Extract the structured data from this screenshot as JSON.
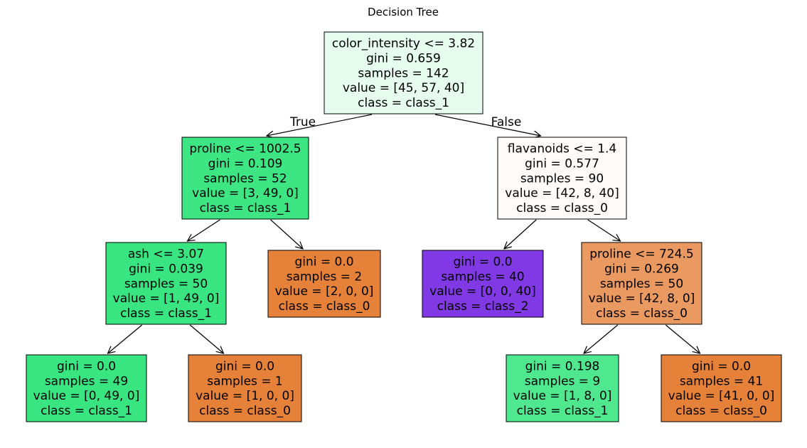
{
  "title": "Decision Tree",
  "edge_labels": {
    "true_label": "True",
    "false_label": "False"
  },
  "nodes": [
    {
      "id": "n0",
      "fill": "#e6fcef",
      "lines": [
        "color_intensity <= 3.82",
        "gini = 0.659",
        "samples = 142",
        "value = [45, 57, 40]",
        "class = class_1"
      ]
    },
    {
      "id": "n1",
      "fill": "#3de583",
      "lines": [
        "proline <= 1002.5",
        "gini = 0.109",
        "samples = 52",
        "value = [3, 49, 0]",
        "class = class_1"
      ]
    },
    {
      "id": "n2",
      "fill": "#39e581",
      "lines": [
        "ash <= 3.07",
        "gini = 0.039",
        "samples = 50",
        "value = [1, 49, 0]",
        "class = class_1"
      ]
    },
    {
      "id": "n3",
      "fill": "#39e581",
      "lines": [
        "gini = 0.0",
        "samples = 49",
        "value = [0, 49, 0]",
        "class = class_1"
      ]
    },
    {
      "id": "n4",
      "fill": "#e58139",
      "lines": [
        "gini = 0.0",
        "samples = 1",
        "value = [1, 0, 0]",
        "class = class_0"
      ]
    },
    {
      "id": "n5",
      "fill": "#e58139",
      "lines": [
        "gini = 0.0",
        "samples = 2",
        "value = [2, 0, 0]",
        "class = class_0"
      ]
    },
    {
      "id": "n6",
      "fill": "#fffbf9",
      "lines": [
        "flavanoids <= 1.4",
        "gini = 0.577",
        "samples = 90",
        "value = [42, 8, 40]",
        "class = class_0"
      ]
    },
    {
      "id": "n7",
      "fill": "#8139e5",
      "lines": [
        "gini = 0.0",
        "samples = 40",
        "value = [0, 0, 40]",
        "class = class_2"
      ]
    },
    {
      "id": "n8",
      "fill": "#ea9961",
      "lines": [
        "proline <= 724.5",
        "gini = 0.269",
        "samples = 50",
        "value = [42, 8, 0]",
        "class = class_0"
      ]
    },
    {
      "id": "n9",
      "fill": "#4fe88f",
      "lines": [
        "gini = 0.198",
        "samples = 9",
        "value = [1, 8, 0]",
        "class = class_1"
      ]
    },
    {
      "id": "n10",
      "fill": "#e58139",
      "lines": [
        "gini = 0.0",
        "samples = 41",
        "value = [41, 0, 0]",
        "class = class_0"
      ]
    }
  ],
  "edges": [
    {
      "from": "n0",
      "to": "n1"
    },
    {
      "from": "n0",
      "to": "n6"
    },
    {
      "from": "n1",
      "to": "n2"
    },
    {
      "from": "n1",
      "to": "n5"
    },
    {
      "from": "n2",
      "to": "n3"
    },
    {
      "from": "n2",
      "to": "n4"
    },
    {
      "from": "n6",
      "to": "n7"
    },
    {
      "from": "n6",
      "to": "n8"
    },
    {
      "from": "n8",
      "to": "n9"
    },
    {
      "from": "n8",
      "to": "n10"
    }
  ]
}
